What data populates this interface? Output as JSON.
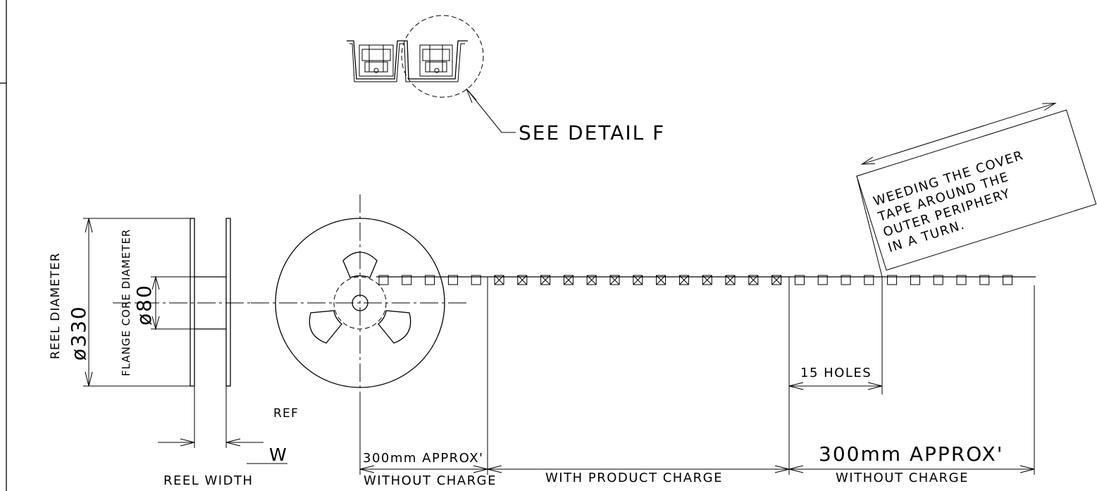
{
  "labels": {
    "see_detail": "SEE DETAIL F",
    "reel_diameter": "REEL DIAMETER",
    "reel_diameter_value": "ø330",
    "flange_core_diameter": "FLANGE CORE DIAMETER",
    "flange_core_value": "ø80",
    "ref": "REF",
    "w": "W",
    "reel_width": "REEL WIDTH",
    "approx_left": "300mm APPROX'",
    "approx_right": "300mm APPROX'",
    "without_charge_left": "WITHOUT CHARGE",
    "with_product_charge": "WITH PRODUCT CHARGE",
    "without_charge_right": "WITHOUT CHARGE",
    "holes": "15 HOLES",
    "note_lines": [
      "WEEDING THE COVER",
      "TAPE AROUND THE",
      "OUTER PERIPHERY",
      "IN A TURN."
    ]
  },
  "tape": {
    "empty_leader_pockets": 5,
    "filled_pockets": 13,
    "empty_trailer_pockets": 10
  }
}
